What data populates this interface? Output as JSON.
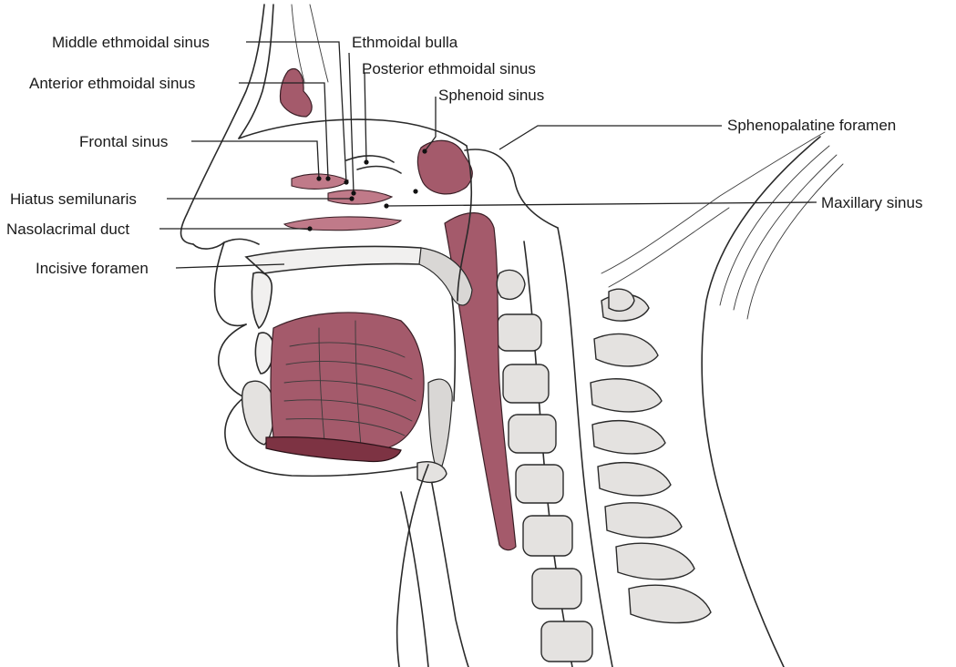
{
  "labels": {
    "middle_ethmoidal_sinus": "Middle ethmoidal sinus",
    "ethmoidal_bulla": "Ethmoidal bulla",
    "posterior_ethmoidal_sinus": "Posterior ethmoidal sinus",
    "anterior_ethmoidal_sinus": "Anterior ethmoidal sinus",
    "sphenoid_sinus": "Sphenoid sinus",
    "sphenopalatine_foramen": "Sphenopalatine foramen",
    "frontal_sinus": "Frontal sinus",
    "hiatus_semilunaris": "Hiatus semilunaris",
    "maxillary_sinus": "Maxillary sinus",
    "nasolacrimal_duct": "Nasolacrimal duct",
    "incisive_foramen": "Incisive foramen"
  },
  "colors": {
    "tissue_pink": "#a45a6b",
    "tissue_pink_light": "#c07a89",
    "tissue_pink_dark": "#7d3343",
    "bone": "#f1f0ef",
    "ink": "#2a2a2a"
  }
}
